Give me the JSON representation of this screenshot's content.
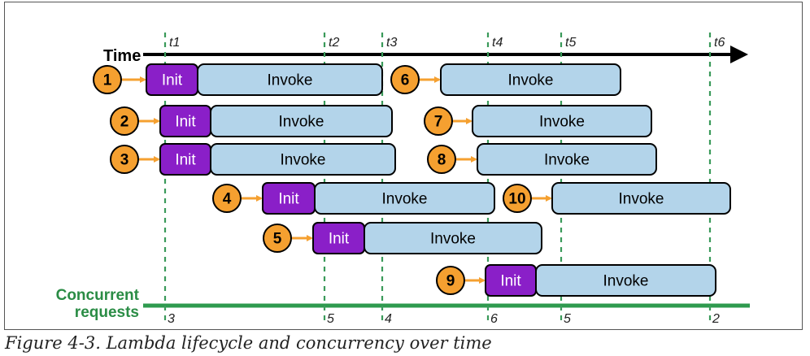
{
  "time_label": "Time",
  "markers": [
    {
      "label": "t1",
      "count": "3"
    },
    {
      "label": "t2",
      "count": "5"
    },
    {
      "label": "t3",
      "count": "4"
    },
    {
      "label": "t4",
      "count": "6"
    },
    {
      "label": "t5",
      "count": "5"
    },
    {
      "label": "t6",
      "count": "2"
    }
  ],
  "concurrency_label_line1": "Concurrent",
  "concurrency_label_line2": "requests",
  "init_label": "Init",
  "invoke_label": "Invoke",
  "requests": [
    {
      "id": "1",
      "init": true
    },
    {
      "id": "2",
      "init": true
    },
    {
      "id": "3",
      "init": true
    },
    {
      "id": "4",
      "init": true
    },
    {
      "id": "5",
      "init": true
    },
    {
      "id": "6",
      "init": false
    },
    {
      "id": "7",
      "init": false
    },
    {
      "id": "8",
      "init": false
    },
    {
      "id": "9",
      "init": true
    },
    {
      "id": "10",
      "init": false
    }
  ],
  "caption": "Figure 4-3. Lambda lifecycle and concurrency over time",
  "colors": {
    "init": "#8a1fc8",
    "invoke": "#b3d4ea",
    "badge": "#f5a030",
    "concurrency_line": "#2e9a4e",
    "concurrency_text": "#2a8c45",
    "marker": "#3a9a5a"
  }
}
